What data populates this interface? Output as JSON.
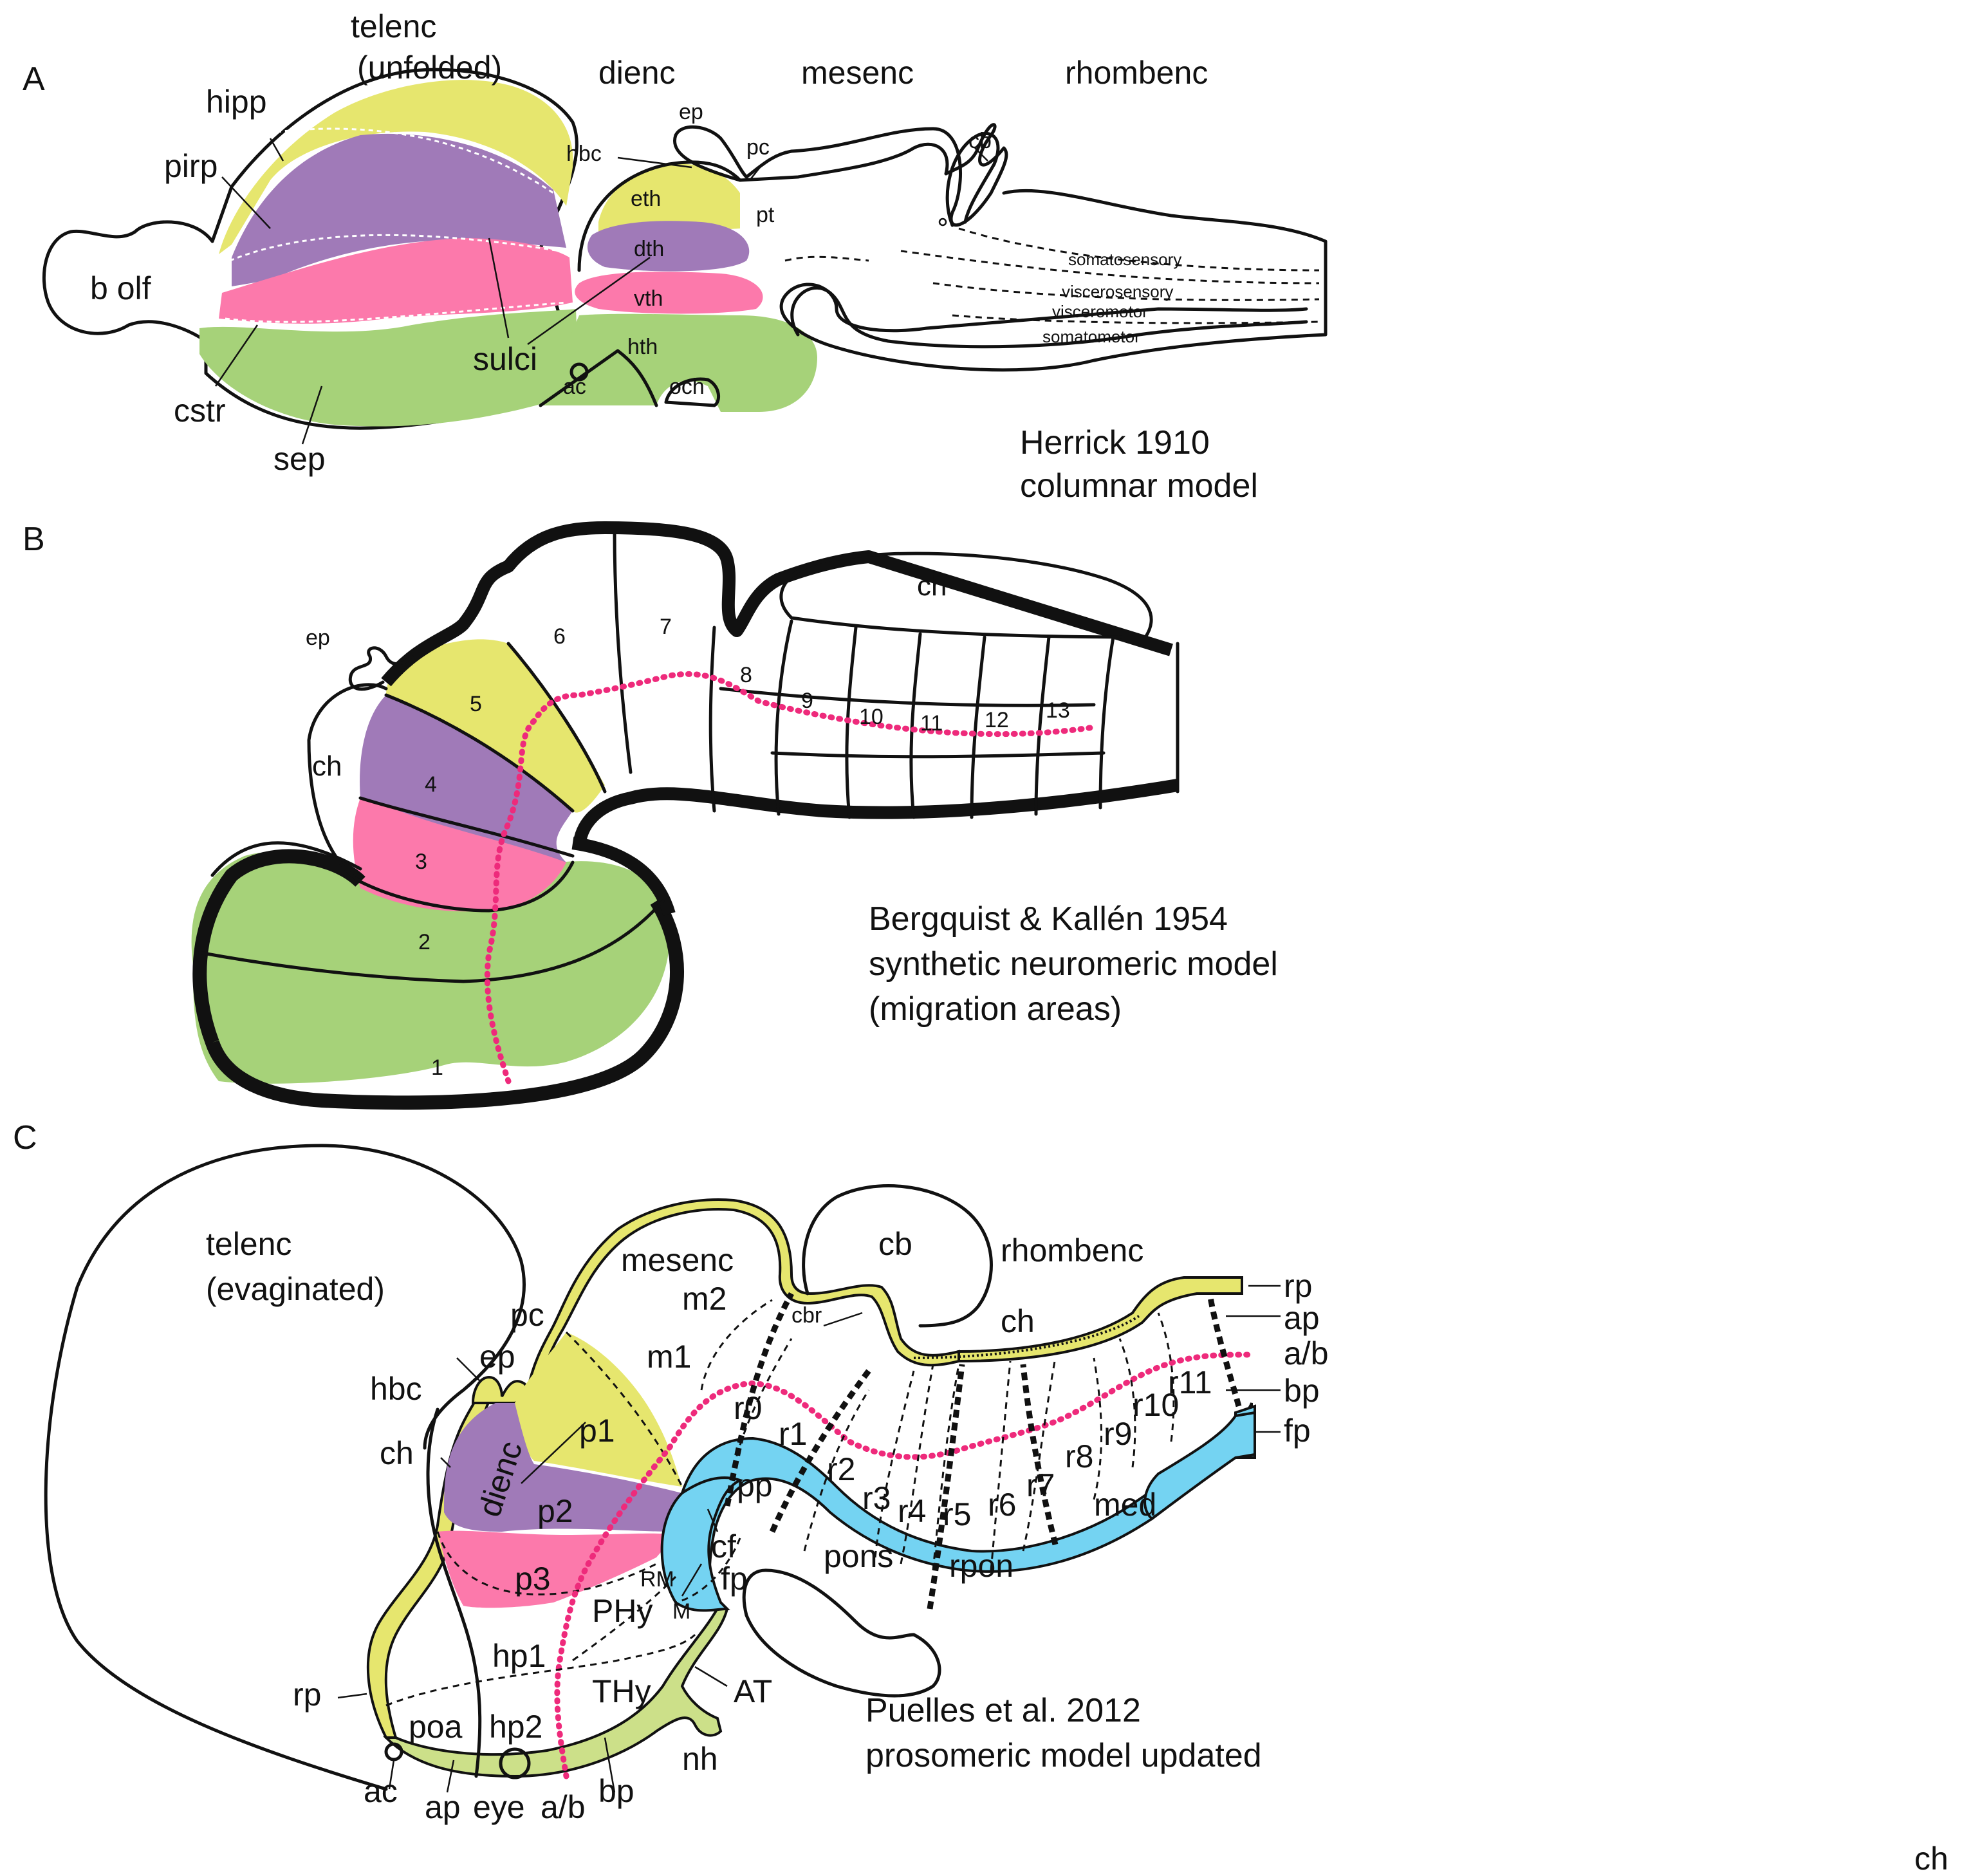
{
  "colors": {
    "yellow": "#e6e66e",
    "purple": "#a07ab8",
    "pink": "#fc79ab",
    "green": "#a6d279",
    "blue": "#74d3f2",
    "light_green": "#cce089",
    "dotted_boundary": "#ee2a7b"
  },
  "panel_a": {
    "letter": "A",
    "caption": [
      "Herrick 1910",
      "columnar model"
    ],
    "regions": [
      "telenc",
      "(unfolded)",
      "dienc",
      "mesenc",
      "rhombenc"
    ],
    "labels": {
      "hipp": "hipp",
      "pirp": "pirp",
      "b_olf": "b olf",
      "cstr": "cstr",
      "sep": "sep",
      "sulci": "sulci",
      "hbc": "hbc",
      "ep": "ep",
      "pc": "pc",
      "pt": "pt",
      "eth": "eth",
      "dth": "dth",
      "vth": "vth",
      "hth": "hth",
      "ac": "ac",
      "och": "och",
      "cb": "cb"
    },
    "columns": [
      "somatosensory",
      "viscerosensory",
      "visceromotor",
      "somatomotor"
    ]
  },
  "panel_b": {
    "letter": "B",
    "caption": [
      "Bergquist & Kallén 1954",
      "synthetic neuromeric model",
      "(migration areas)"
    ],
    "labels": {
      "ep": "ep",
      "ch_left": "ch",
      "ch_top": "ch"
    },
    "areas": [
      "1",
      "2",
      "3",
      "4",
      "5",
      "6",
      "7",
      "8",
      "9",
      "10",
      "11",
      "12",
      "13"
    ]
  },
  "panel_c": {
    "letter": "C",
    "caption": [
      "Puelles et al. 2012",
      "prosomeric model updated"
    ],
    "regions": [
      "telenc",
      "(evaginated)",
      "mesenc",
      "cb",
      "rhombenc",
      "dienc"
    ],
    "labels": {
      "pc": "pc",
      "ep": "ep",
      "hbc": "hbc",
      "ch_left": "ch",
      "ch_roof": "ch",
      "m1": "m1",
      "m2": "m2",
      "cbr": "cbr",
      "p1": "p1",
      "p2": "p2",
      "p3": "p3",
      "r0": "r0",
      "r1": "r1",
      "r2": "r2",
      "r3": "r3",
      "r4": "r4",
      "r5": "r5",
      "r6": "r6",
      "r7": "r7",
      "r8": "r8",
      "r9": "r9",
      "r10": "r10",
      "r11": "r11",
      "pp": "pp",
      "pons": "pons",
      "rpon": "rpon",
      "med": "med",
      "cf": "cf",
      "fp_mid": "fp",
      "RM": "RM",
      "M": "M",
      "PHy": "PHy",
      "THy": "THy",
      "AT": "AT",
      "hp1": "hp1",
      "hp2": "hp2",
      "poa": "poa",
      "rp_left": "rp",
      "ac": "ac",
      "ap_bottom": "ap",
      "eye": "eye",
      "ab_bottom": "a/b",
      "bp_bottom": "bp",
      "nh": "nh",
      "rp_right": "rp",
      "ap_right": "ap",
      "ab_right": "a/b",
      "bp_right": "bp",
      "fp_right": "fp"
    }
  },
  "stray": {
    "ch": "ch"
  }
}
